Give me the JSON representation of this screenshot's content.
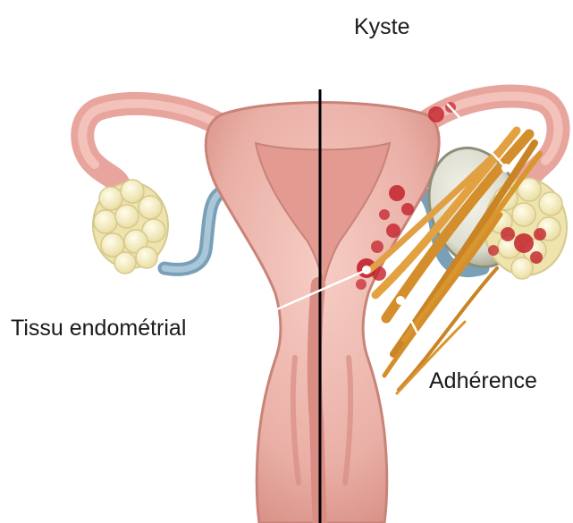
{
  "labels": {
    "cyst": "Kyste",
    "endometrial_tissue": "Tissu endométrial",
    "adhesion": "Adhérence"
  },
  "colors": {
    "background": "#ffffff",
    "uterus_tissue": "#eab0a7",
    "uterus_outline": "#c98378",
    "uterus_inner": "#d98d84",
    "ovary": "#f4eec3",
    "ovary_outline": "#d6c98c",
    "fallopian_tube_end": "#8fb3c8",
    "lesion": "#c3212b",
    "adhesion_band": "#d48e2c",
    "cyst": "#dcdccf",
    "divider_line": "#000000",
    "leader_line": "#ffffff",
    "text": "#1a1a1a"
  }
}
